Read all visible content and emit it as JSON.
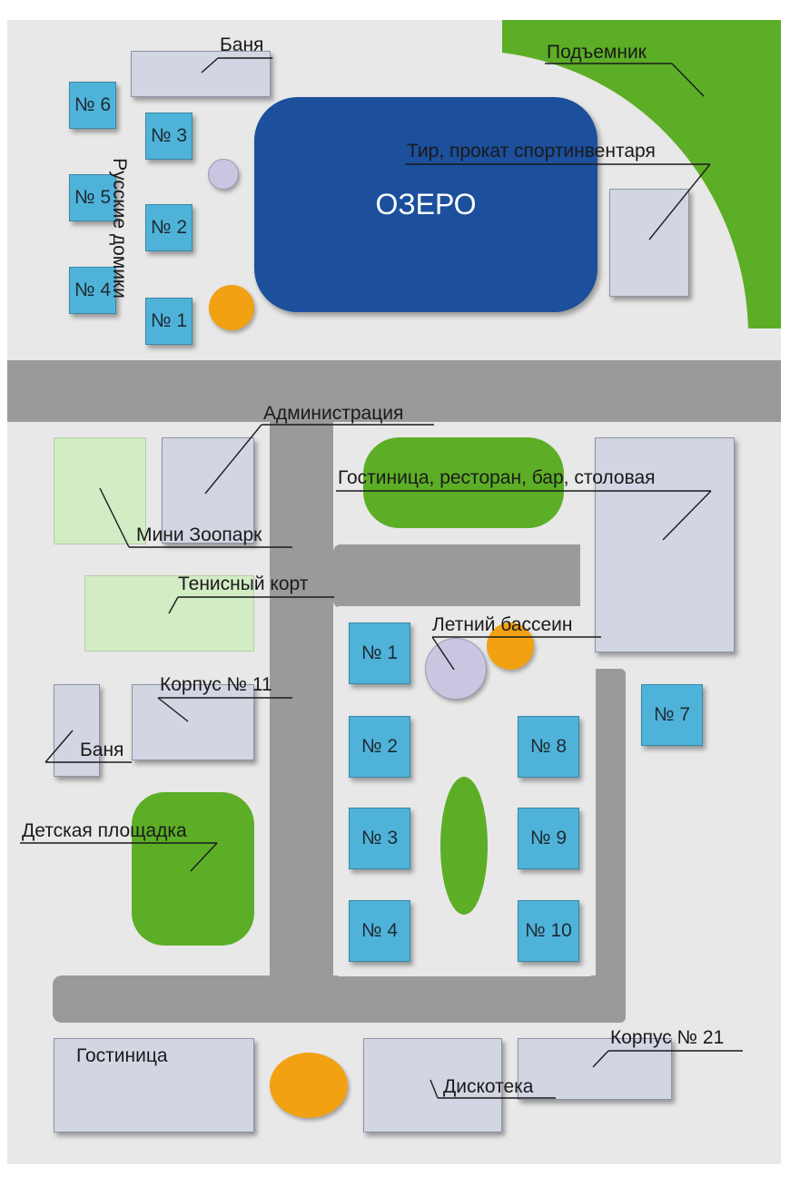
{
  "map": {
    "lake_label": "ОЗЕРО",
    "labels": {
      "banya_top": "Баня",
      "lift": "Подъемник",
      "shooting": "Тир, прокат спортинвентаря",
      "russian_houses": "Русские домики",
      "administration": "Администрация",
      "hotel_restaurant": "Гостиница, ресторан, бар, столовая",
      "mini_zoo": "Мини Зоопарк",
      "tennis": "Тенисный корт",
      "summer_pool": "Летний бассеин",
      "korpus11": "Корпус № 11",
      "banya_left": "Баня",
      "playground": "Детская площадка",
      "hotel_bottom": "Гостиница",
      "disco": "Дискотека",
      "korpus21": "Корпус № 21"
    },
    "top_cottages": {
      "n1": "№ 1",
      "n2": "№ 2",
      "n3": "№ 3",
      "n4": "№ 4",
      "n5": "№ 5",
      "n6": "№ 6"
    },
    "center_cottages": {
      "n1": "№ 1",
      "n2": "№ 2",
      "n3": "№ 3",
      "n4": "№ 4",
      "n7": "№ 7",
      "n8": "№ 8",
      "n9": "№ 9",
      "n10": "№ 10"
    },
    "colors": {
      "ground": "#e8e8e8",
      "road": "#9a9a9a",
      "lake": "#1c4f9c",
      "green": "#5cae26",
      "orange": "#f2a112",
      "cottage": "#4fb3d9",
      "building": "#d2d6e3",
      "light_green": "#d2ecc4",
      "pool": "#c8c6e0"
    }
  }
}
